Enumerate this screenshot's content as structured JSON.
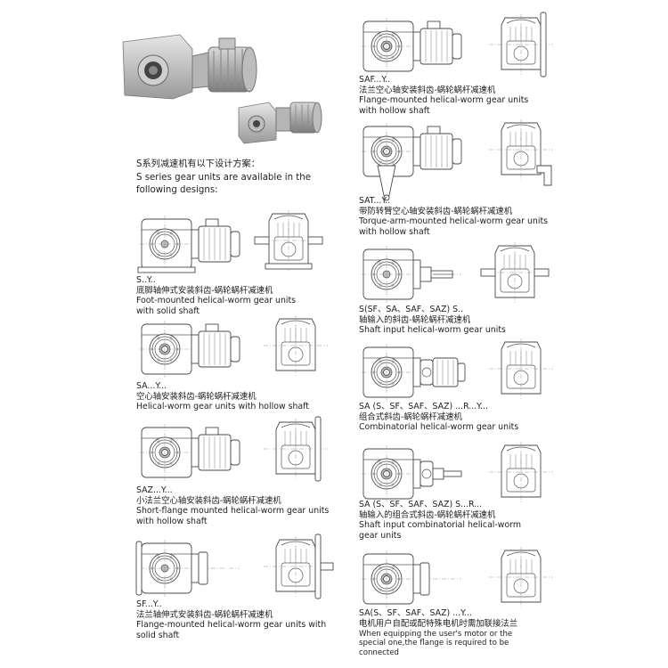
{
  "intro": {
    "cn": "S系列减速机有以下设计方案：",
    "en_line1": "S series gear units are available in the",
    "en_line2": "following designs:"
  },
  "photo": {
    "icon": "gear-motor-photo"
  },
  "designs": [
    {
      "code": "S..Y..",
      "cn": "底脚轴伸式安装斜齿-蜗轮蜗杆减速机",
      "en": [
        "Foot-mounted helical-worm gear units",
        "with solid shaft"
      ]
    },
    {
      "code": "SA...Y...",
      "cn": "空心轴安装斜齿-蜗轮蜗杆减速机",
      "en": [
        "Helical-worm gear units with hollow shaft"
      ]
    },
    {
      "code": "SAZ...Y...",
      "cn": "小法兰空心轴安装斜齿-蜗轮蜗杆减速机",
      "en": [
        "Short-flange mounted helical-worm gear units",
        "with hollow shaft"
      ]
    },
    {
      "code": "SF...Y..",
      "cn": "法兰轴伸式安装斜齿-蜗轮蜗杆减速机",
      "en": [
        "Flange-mounted helical-worm gear units with",
        "solid shaft"
      ]
    },
    {
      "code": "SAF...Y..",
      "cn": "法兰空心轴安装斜齿-蜗轮蜗杆减速机",
      "en": [
        "Flange-mounted helical-worm gear units",
        "with hollow shaft"
      ]
    },
    {
      "code": "SAT...Y..",
      "cn": "带防转臂空心轴安装斜齿-蜗轮蜗杆减速机",
      "en": [
        "Torque-arm-mounted helical-worm gear units",
        "with hollow shaft"
      ]
    },
    {
      "code": "S(SF、SA、SAF、SAZ) S..",
      "cn": "轴输入的斜齿-蜗轮蜗杆减速机",
      "en": [
        "Shaft input helical-worm gear units"
      ]
    },
    {
      "code": "SA (S、SF、SAF、SAZ) ...R...Y...",
      "cn": "组合式斜齿-蜗轮蜗杆减速机",
      "en": [
        "Combinatorial helical-worm gear units"
      ]
    },
    {
      "code": "SA (S、SF、SAF、SAZ) S...R...",
      "cn": "轴输入的组合式斜齿-蜗轮蜗杆减速机",
      "en": [
        "Shaft input combinatorial helical-worm",
        "gear units"
      ]
    },
    {
      "code": "SA(S、SF、SAF、SAZ) ...Y...",
      "cn": "电机用户自配或配特殊电机时需加联接法兰",
      "en": [
        "When equipping the user's motor or the",
        "special one,the flange is required to be",
        "connected"
      ]
    }
  ]
}
